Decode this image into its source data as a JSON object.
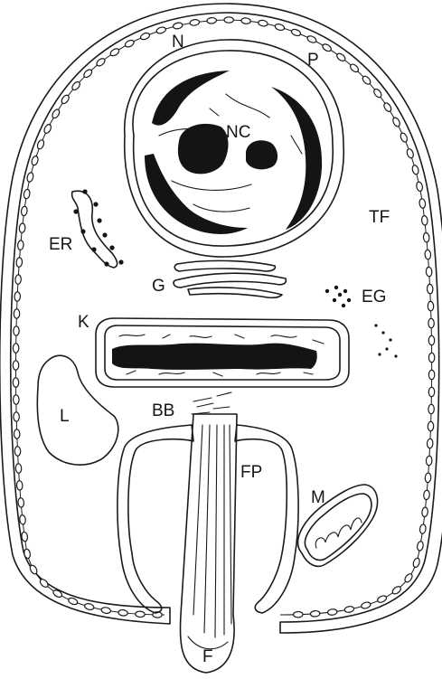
{
  "figure": {
    "background": "#ffffff",
    "ink": "#151515",
    "labels": {
      "nucleus": "N",
      "nucleolus": "NC",
      "pellicle": "P",
      "er": "ER",
      "tf": "TF",
      "golgi": "G",
      "eg": "EG",
      "kinetoplast": "K",
      "lipid": "L",
      "basal_body": "BB",
      "flagellar_pocket": "FP",
      "mitochondrion": "M",
      "flagellum": "F"
    }
  }
}
